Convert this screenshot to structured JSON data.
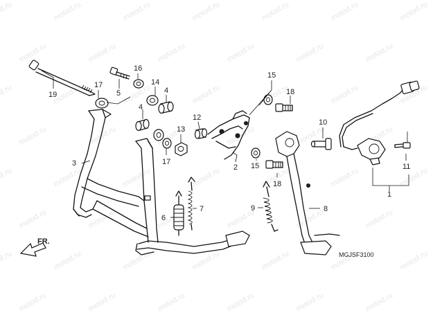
{
  "diagram": {
    "code": "MGJSF3100",
    "direction_label": "FR.",
    "watermark": "motod.ru",
    "callouts": {
      "c1": "1",
      "c2": "2",
      "c3": "3",
      "c4a": "4",
      "c4b": "4",
      "c5": "5",
      "c6": "6",
      "c7": "7",
      "c8": "8",
      "c9": "9",
      "c10": "10",
      "c11": "11",
      "c12": "12",
      "c13": "13",
      "c14": "14",
      "c15a": "15",
      "c15b": "15",
      "c16": "16",
      "c17a": "17",
      "c17b": "17",
      "c18a": "18",
      "c18b": "18",
      "c19": "19"
    }
  }
}
